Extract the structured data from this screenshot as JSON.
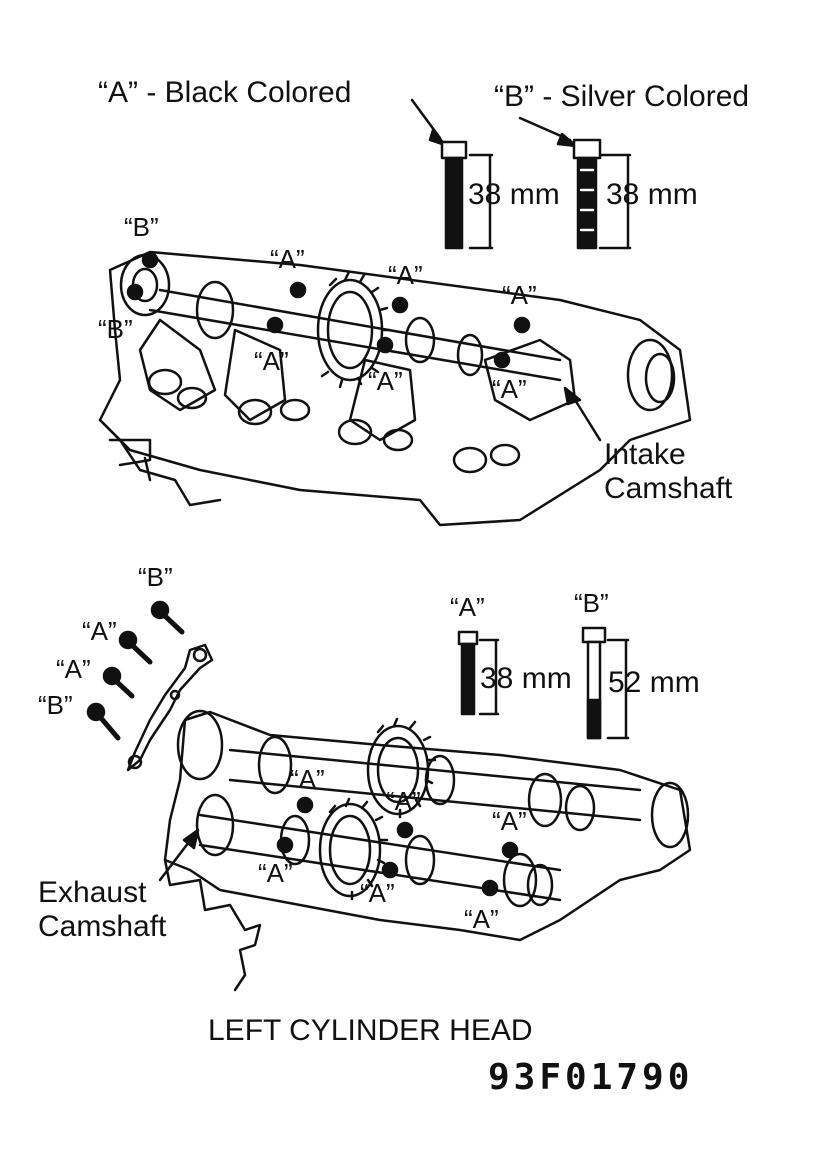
{
  "legend": {
    "a_key": "“A”  -  Black Colored",
    "b_key": "“B”  -  Silver Colored",
    "top_a_len": "38 mm",
    "top_b_len": "38 mm",
    "bottom_a_label": "“A”",
    "bottom_b_label": "“B”",
    "bottom_a_len": "38 mm",
    "bottom_b_len": "52 mm"
  },
  "upper_head": {
    "labels": [
      "“B”",
      "“B”",
      "“A”",
      "“A”",
      "“A”",
      "“A”",
      "“A”",
      "“A”"
    ],
    "camshaft_line1": "Intake",
    "camshaft_line2": "Camshaft"
  },
  "lower_head": {
    "bolt_labels": [
      "“B”",
      "“A”",
      "“A”",
      "“B”"
    ],
    "labels": [
      "“A”",
      "“A”",
      "“A”",
      "“A”",
      "“A”",
      "“A”"
    ],
    "camshaft_line1": "Exhaust",
    "camshaft_line2": "Camshaft"
  },
  "caption": "LEFT CYLINDER HEAD",
  "figure_code": "93F01790",
  "colors": {
    "ink": "#111111",
    "paper": "#ffffff"
  }
}
